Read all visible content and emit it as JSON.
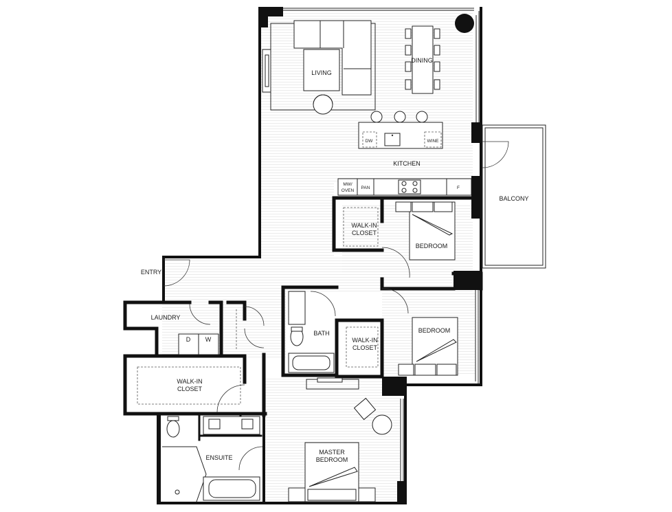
{
  "plan": {
    "rooms": {
      "living": "LIVING",
      "dining": "DINING",
      "kitchen": "KITCHEN",
      "balcony": "BALCONY",
      "bedroom1": "BEDROOM",
      "bedroom2": "BEDROOM",
      "walkin1_line1": "WALK-IN",
      "walkin1_line2": "CLOSET",
      "walkin2_line1": "WALK-IN",
      "walkin2_line2": "CLOSET",
      "walkin3_line1": "WALK-IN",
      "walkin3_line2": "CLOSET",
      "entry": "ENTRY",
      "laundry": "LAUNDRY",
      "bath": "BATH",
      "ensuite": "ENSUITE",
      "master_line1": "MASTER",
      "master_line2": "BEDROOM"
    },
    "fixtures": {
      "dw": "DW",
      "wine": "WINE",
      "mw_line1": "MW/",
      "mw_line2": "OVEN",
      "pan": "PAN",
      "fridge": "F",
      "dryer": "D",
      "washer": "W"
    }
  }
}
